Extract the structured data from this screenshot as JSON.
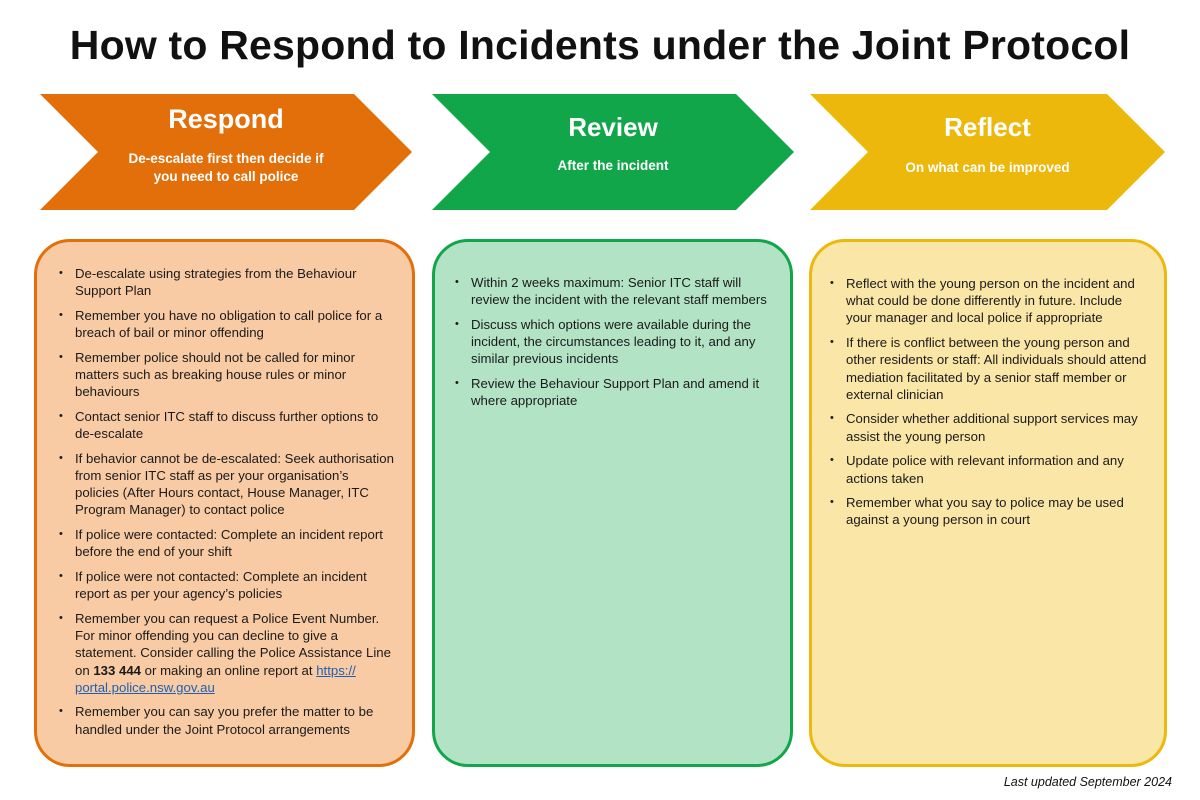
{
  "title": "How to Respond to Incidents under the Joint Protocol",
  "colors": {
    "respond": "#E36F0A",
    "review": "#12A64A",
    "reflect": "#EDB80C",
    "respond_card_bg": "#F8CBA4",
    "review_card_bg": "#B3E3C5",
    "reflect_card_bg": "#FAE6A6"
  },
  "steps": [
    {
      "heading": "Respond",
      "subline1": "De-escalate first then decide if",
      "subline2": "you need to call police"
    },
    {
      "heading": "Review",
      "subline1": "After the incident"
    },
    {
      "heading": "Reflect",
      "subline1": "On what can be improved"
    }
  ],
  "respond_items": [
    "De-escalate using strategies from the Behaviour Support Plan",
    "Remember you have no obligation to call police for a breach of bail or minor offending",
    "Remember police should not be called for minor matters such as breaking house rules or minor behaviours",
    "Contact senior ITC staff to discuss further options to de-escalate",
    "If behavior cannot be de-escalated: Seek authorisation from senior ITC staff as per your organisation’s policies (After Hours contact, House Manager, ITC Program Manager) to contact police",
    "If police were contacted: Complete an incident report before the end of your shift",
    "If police were not contacted: Complete an incident report as per your agency’s policies",
    {
      "text_before": "Remember you can request a Police Event Number. For minor offending you can decline to give a statement. Consider calling the Police Assistance Line on ",
      "bold": "133 444",
      "text_mid": " or making an online report at ",
      "link": "https:// portal.police.nsw.gov.au"
    },
    "Remember you can say you prefer the matter to be handled under the Joint Protocol arrangements"
  ],
  "review_items": [
    "Within 2 weeks maximum: Senior ITC staff will review the incident with the relevant staff members",
    "Discuss which options were available during the incident, the circumstances leading to it, and any similar previous incidents",
    "Review the Behaviour Support Plan and amend it where appropriate"
  ],
  "reflect_items": [
    "Reflect with the young person on the incident and what could be done differently in future. Include your manager and local police if appropriate",
    "If there is conflict between the young person and other residents or staff: All individuals should attend mediation facilitated by a senior staff member or external clinician",
    "Consider whether additional support services may assist the young person",
    "Update police with relevant information and any actions taken",
    "Remember what you say to police may be used against a young person in court"
  ],
  "footer": "Last updated September 2024"
}
